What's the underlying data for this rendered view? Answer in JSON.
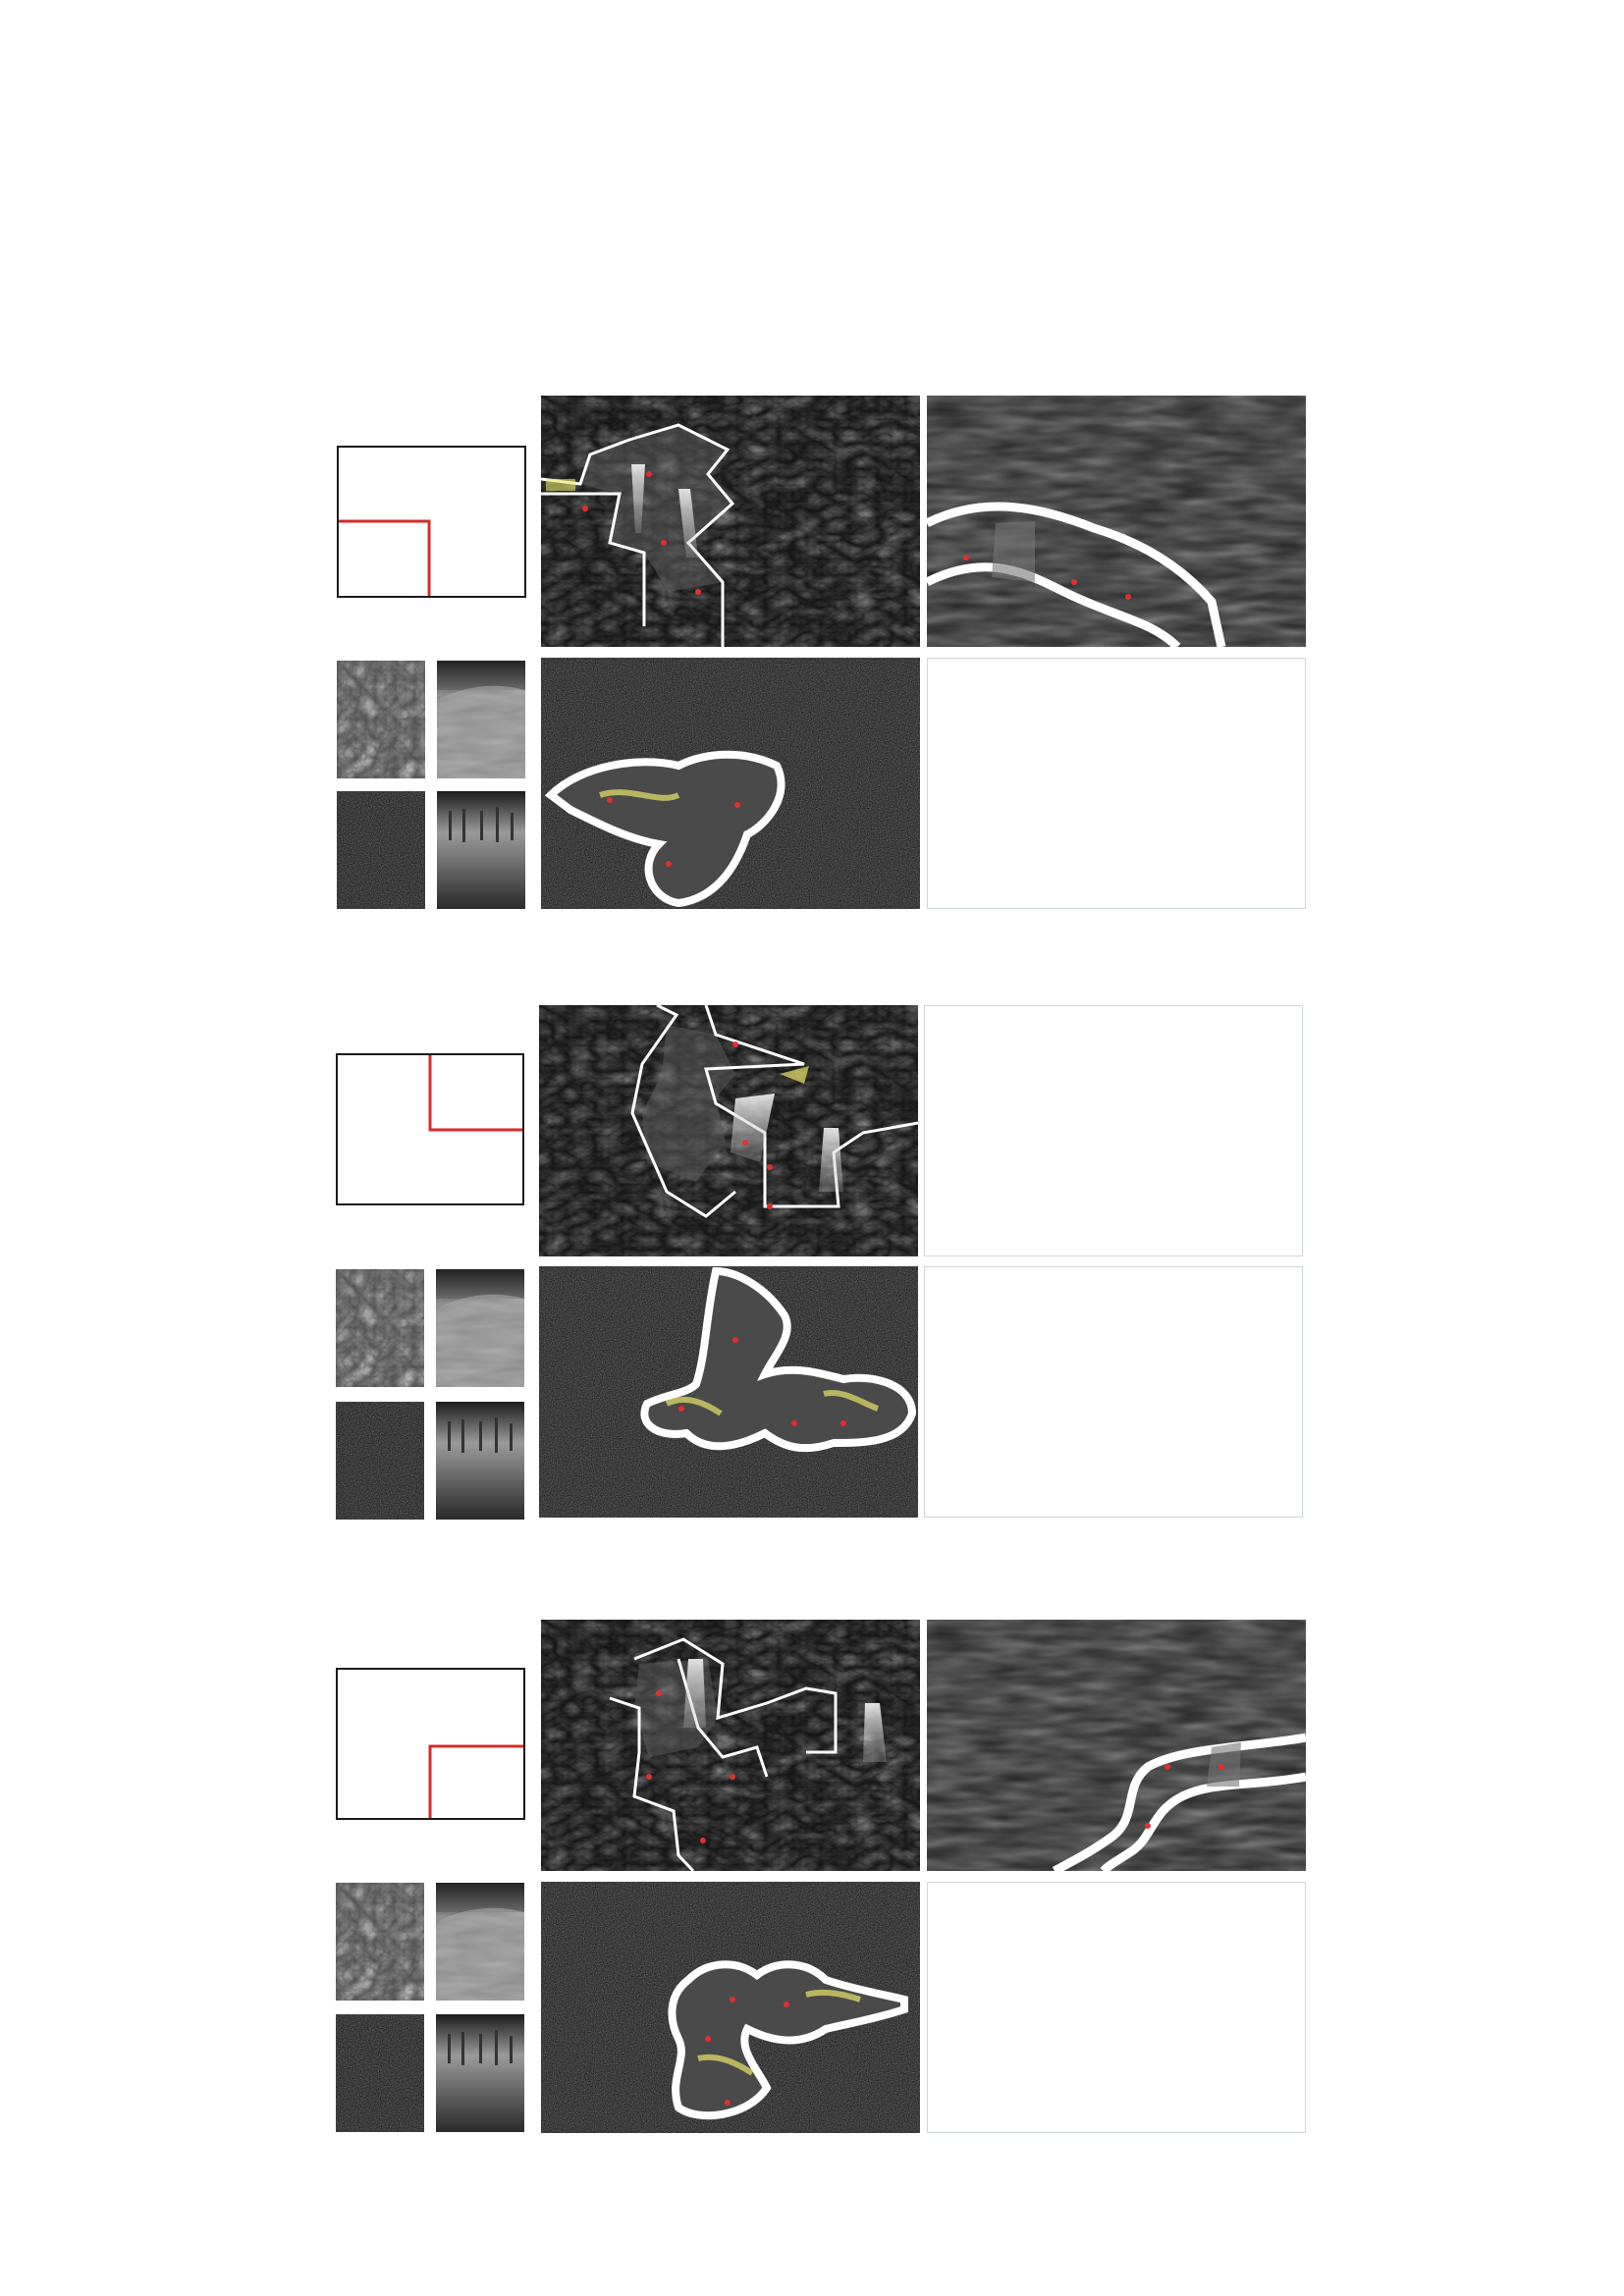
{
  "sheet": {
    "title": "",
    "groups": [
      {
        "quadrant": "lower-left",
        "key_icon": "red-quadrant-marker",
        "thumbnails": [
          "crumpled-foil-texture",
          "sand-dune-texture",
          "dark-ground-texture",
          "misty-forest-texture"
        ],
        "panels": [
          "rock-plan-collage",
          "dune-path-collage",
          "ground-plan-collage",
          "empty"
        ]
      },
      {
        "quadrant": "upper-right",
        "key_icon": "red-quadrant-marker",
        "thumbnails": [
          "crumpled-foil-texture",
          "sand-dune-texture",
          "dark-ground-texture",
          "misty-forest-texture"
        ],
        "panels": [
          "rock-plan-collage",
          "empty",
          "ground-plan-collage",
          "empty"
        ]
      },
      {
        "quadrant": "lower-right",
        "key_icon": "red-quadrant-marker",
        "thumbnails": [
          "crumpled-foil-texture",
          "sand-dune-texture",
          "dark-ground-texture",
          "misty-forest-texture"
        ],
        "panels": [
          "rock-plan-collage",
          "dune-path-collage",
          "ground-plan-collage",
          "empty"
        ]
      }
    ]
  },
  "colors": {
    "marker": "#d42a2a",
    "outline": "#ffffff",
    "accent": "#e8e46a",
    "figure": "#e0302f",
    "frame": "#1a1a1a",
    "blank_border": "#cfd6dc"
  }
}
